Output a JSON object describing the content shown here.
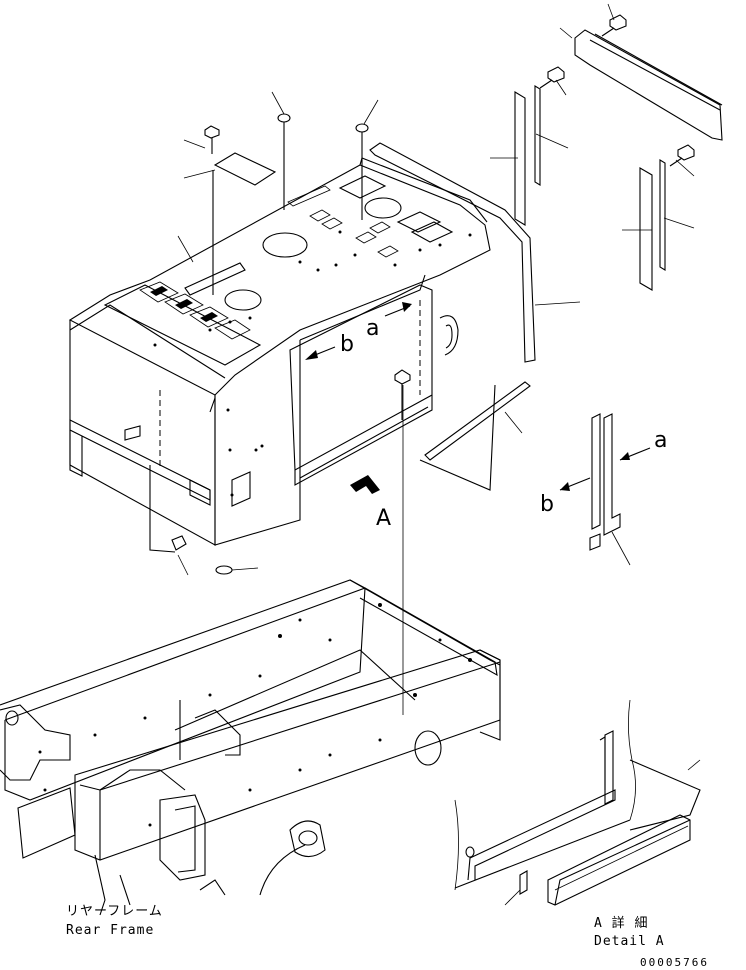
{
  "labels": {
    "view_arrow": "A",
    "dir_a_main": "a",
    "dir_b_main": "b",
    "dir_a_side": "a",
    "dir_b_side": "b"
  },
  "captions": {
    "rear_frame_jp": "リヤーフレーム",
    "rear_frame_en": "Rear Frame",
    "detail_jp": "A 詳 細",
    "detail_en": "Detail A"
  },
  "document_number": "00005766"
}
